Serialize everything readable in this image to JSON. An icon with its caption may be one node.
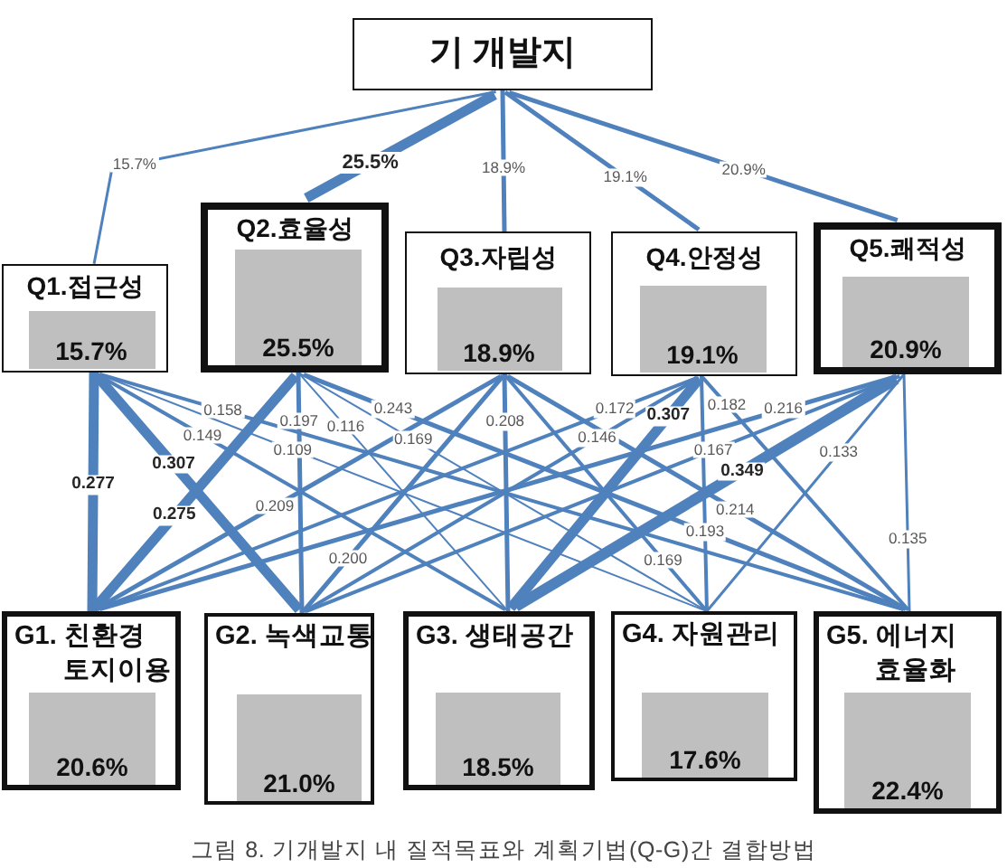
{
  "diagram": {
    "caption": "그림 8. 기개발지 내 질적목표와 계획기법(Q-G)간 결합방법",
    "nodes": [
      {
        "text": [
          "기 개발지"
        ]
      },
      {
        "text": [
          "Q1.접근성"
        ]
      },
      {
        "text": [
          "15.7%"
        ],
        "in": 1
      },
      {
        "text": [
          "Q2.효율성"
        ]
      },
      {
        "text": [
          "25.5%"
        ],
        "in": 3
      },
      {
        "text": [
          "Q3.자립성"
        ]
      },
      {
        "text": [
          "18.9%"
        ],
        "in": 5
      },
      {
        "text": [
          "Q4.안정성"
        ]
      },
      {
        "text": [
          "19.1%"
        ],
        "in": 7
      },
      {
        "text": [
          "Q5.쾌적성"
        ]
      },
      {
        "text": [
          "20.9%"
        ],
        "in": 9
      },
      {
        "text": [
          "G1. 친환경 토지이용"
        ]
      },
      {
        "text": [
          "20.6%"
        ],
        "in": 11
      },
      {
        "text": [
          "G2. 녹색교통"
        ]
      },
      {
        "text": [
          "21.0%"
        ],
        "in": 13
      },
      {
        "text": [
          "G3. 생태공간"
        ]
      },
      {
        "text": [
          "18.5%"
        ],
        "in": 15
      },
      {
        "text": [
          "G4. 자원관리"
        ]
      },
      {
        "text": [
          "17.6%"
        ],
        "in": 17
      },
      {
        "text": [
          "G5. 에너지 효율화"
        ]
      },
      {
        "text": [
          "22.4%"
        ],
        "in": 19
      }
    ],
    "edges": [
      {
        "from": 0,
        "to": 1,
        "arrow": "none",
        "label": "15.7%"
      },
      {
        "from": 0,
        "to": 3,
        "arrow": "none",
        "label": "25.5%",
        "style": "thick"
      },
      {
        "from": 0,
        "to": 5,
        "arrow": "none",
        "label": "18.9%"
      },
      {
        "from": 0,
        "to": 7,
        "arrow": "none",
        "label": "19.1%"
      },
      {
        "from": 0,
        "to": 9,
        "arrow": "none",
        "label": "20.9%"
      },
      {
        "from": 1,
        "to": 11,
        "arrow": "none",
        "label": "0.277",
        "style": "thick"
      },
      {
        "from": 1,
        "to": 13,
        "arrow": "none",
        "label": "0.307",
        "style": "thick"
      },
      {
        "from": 1,
        "to": 15,
        "arrow": "none",
        "label": "0.149"
      },
      {
        "from": 1,
        "to": 17,
        "arrow": "none",
        "label": "0.109"
      },
      {
        "from": 1,
        "to": 19,
        "arrow": "none",
        "label": "0.158"
      },
      {
        "from": 3,
        "to": 11,
        "arrow": "none",
        "label": "0.275",
        "style": "thick"
      },
      {
        "from": 3,
        "to": 13,
        "arrow": "none",
        "label": "0.197"
      },
      {
        "from": 3,
        "to": 15,
        "arrow": "none",
        "label": "0.116"
      },
      {
        "from": 3,
        "to": 17,
        "arrow": "none",
        "label": "0.169"
      },
      {
        "from": 3,
        "to": 19,
        "arrow": "none",
        "label": "0.243"
      },
      {
        "from": 5,
        "to": 11,
        "arrow": "none",
        "label": "0.209"
      },
      {
        "from": 5,
        "to": 13,
        "arrow": "none",
        "label": "0.200"
      },
      {
        "from": 5,
        "to": 15,
        "arrow": "none",
        "label": "0.208"
      },
      {
        "from": 5,
        "to": 17,
        "arrow": "none",
        "label": "0.169"
      },
      {
        "from": 5,
        "to": 19,
        "arrow": "none",
        "label": "0.214"
      },
      {
        "from": 7,
        "to": 11,
        "arrow": "none",
        "label": "0.172"
      },
      {
        "from": 7,
        "to": 13,
        "arrow": "none",
        "label": "0.146"
      },
      {
        "from": 7,
        "to": 15,
        "arrow": "none",
        "label": "0.307",
        "style": "thick"
      },
      {
        "from": 7,
        "to": 17,
        "arrow": "none",
        "label": "0.193"
      },
      {
        "from": 7,
        "to": 19,
        "arrow": "none",
        "label": "0.182"
      },
      {
        "from": 9,
        "to": 11,
        "arrow": "none",
        "label": "0.216"
      },
      {
        "from": 9,
        "to": 13,
        "arrow": "none",
        "label": "0.167"
      },
      {
        "from": 9,
        "to": 15,
        "arrow": "none",
        "label": "0.349",
        "style": "thick"
      },
      {
        "from": 9,
        "to": 17,
        "arrow": "none",
        "label": "0.133"
      },
      {
        "from": 9,
        "to": 19,
        "arrow": "none",
        "label": "0.135"
      }
    ]
  }
}
